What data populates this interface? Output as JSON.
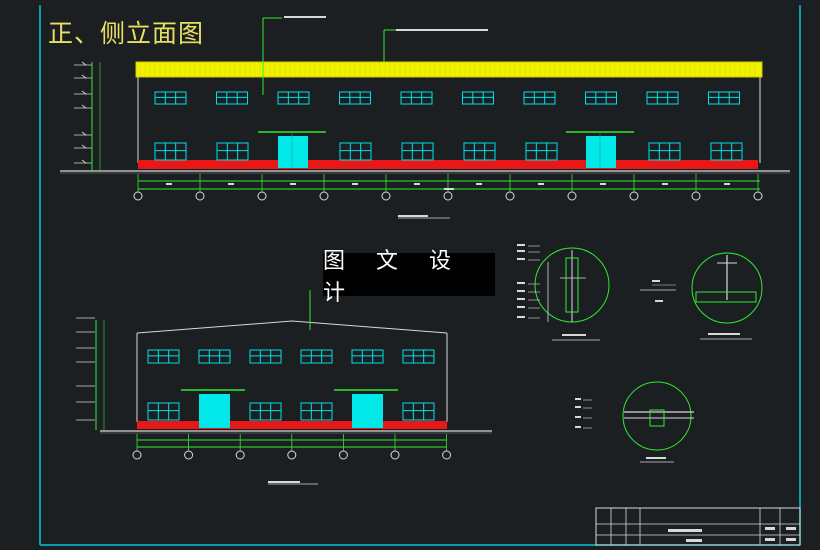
{
  "drawing": {
    "title": "正、侧立面图",
    "watermark": "图 文 设 计"
  },
  "front_elevation": {
    "bay_count": 10,
    "upper_window_count": 10,
    "lower_window_count": 8,
    "door_count": 2
  },
  "side_elevation": {
    "bay_count": 6,
    "upper_window_count": 6,
    "lower_window_count": 4,
    "door_count": 2
  },
  "colors": {
    "background": "#1c1f22",
    "frame": "#00c8d8",
    "roof_band": "#f2f200",
    "base_band": "#e81818",
    "window": "#00e0e8",
    "door": "#00e8e8",
    "dimension": "#30e830",
    "text_yellow": "#e8e060",
    "white": "#d8d8d8"
  },
  "icons": {
    "watermark": "watermark-label"
  }
}
